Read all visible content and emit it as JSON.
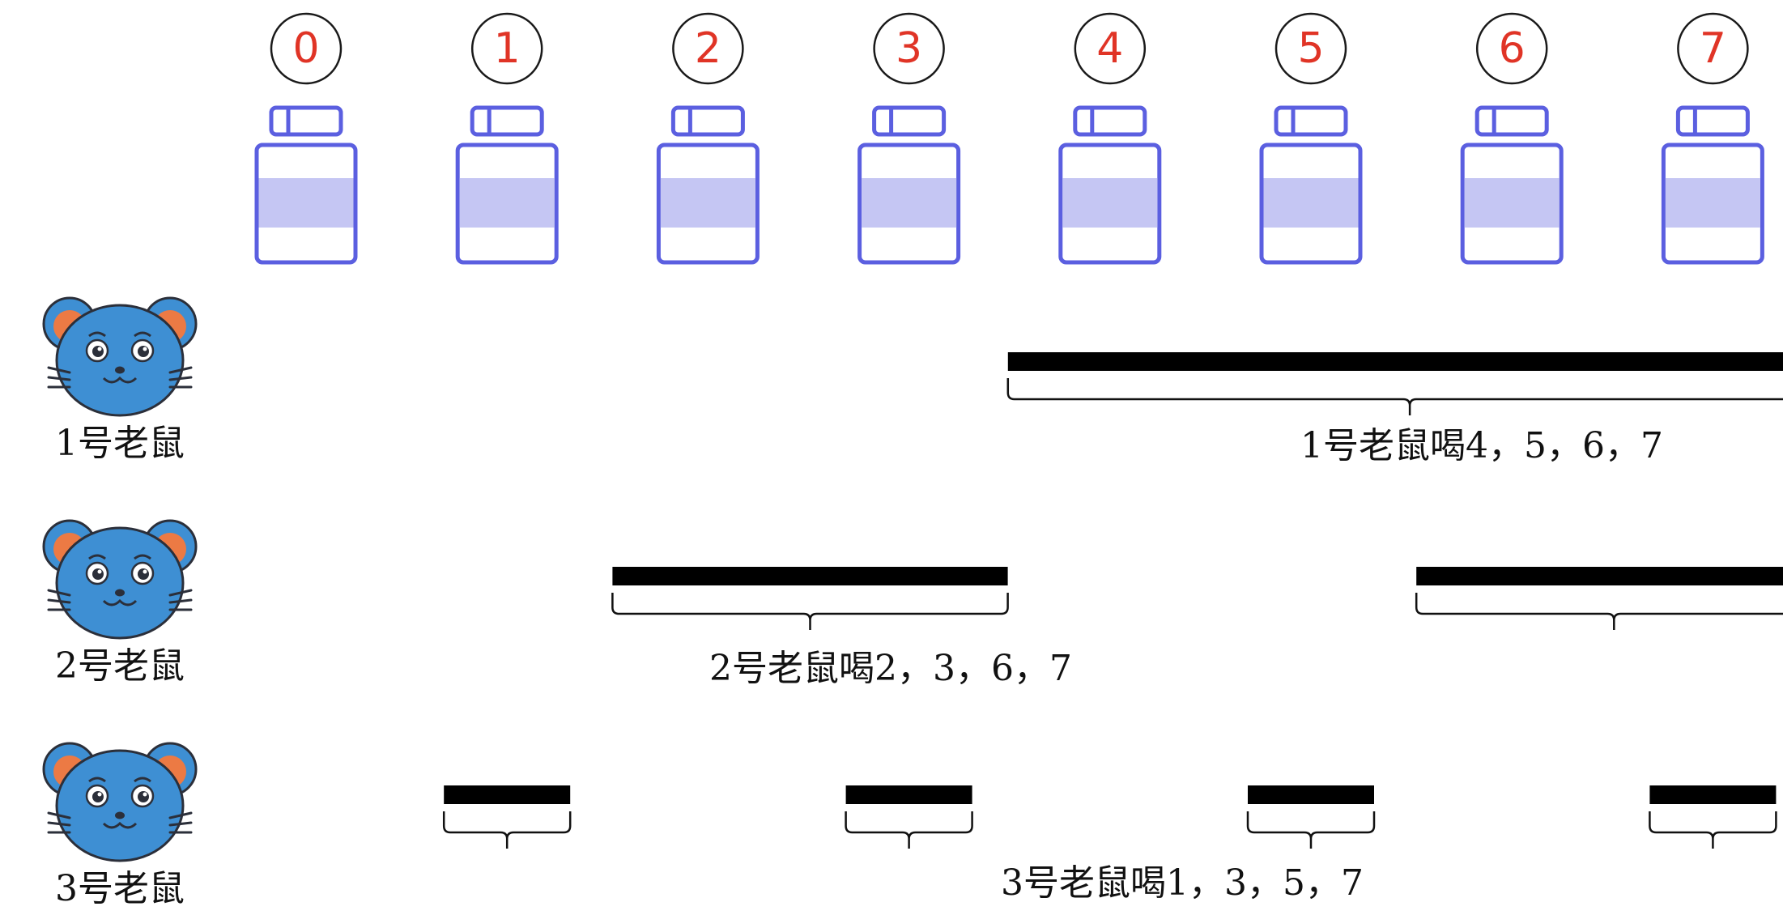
{
  "bottles": {
    "labels": [
      "0",
      "1",
      "2",
      "3",
      "4",
      "5",
      "6",
      "7"
    ],
    "label_color": "#e03426",
    "outline_color": "#5b5fe0",
    "liquid_color": "#c5c6f3"
  },
  "rats": [
    {
      "name": "1号老鼠",
      "drinks_label": "1号老鼠喝4，5，6，7",
      "bottles": [
        4,
        5,
        6,
        7
      ]
    },
    {
      "name": "2号老鼠",
      "drinks_label": "2号老鼠喝2，3，6，7",
      "bottles": [
        2,
        3,
        6,
        7
      ]
    },
    {
      "name": "3号老鼠",
      "drinks_label": "3号老鼠喝1，3，5，7",
      "bottles": [
        1,
        3,
        5,
        7
      ]
    }
  ],
  "colors": {
    "rat_body": "#3e8fd3",
    "rat_ear_inner": "#ec7a44",
    "rat_outline": "#2b2f3a",
    "bar": "#000000"
  }
}
